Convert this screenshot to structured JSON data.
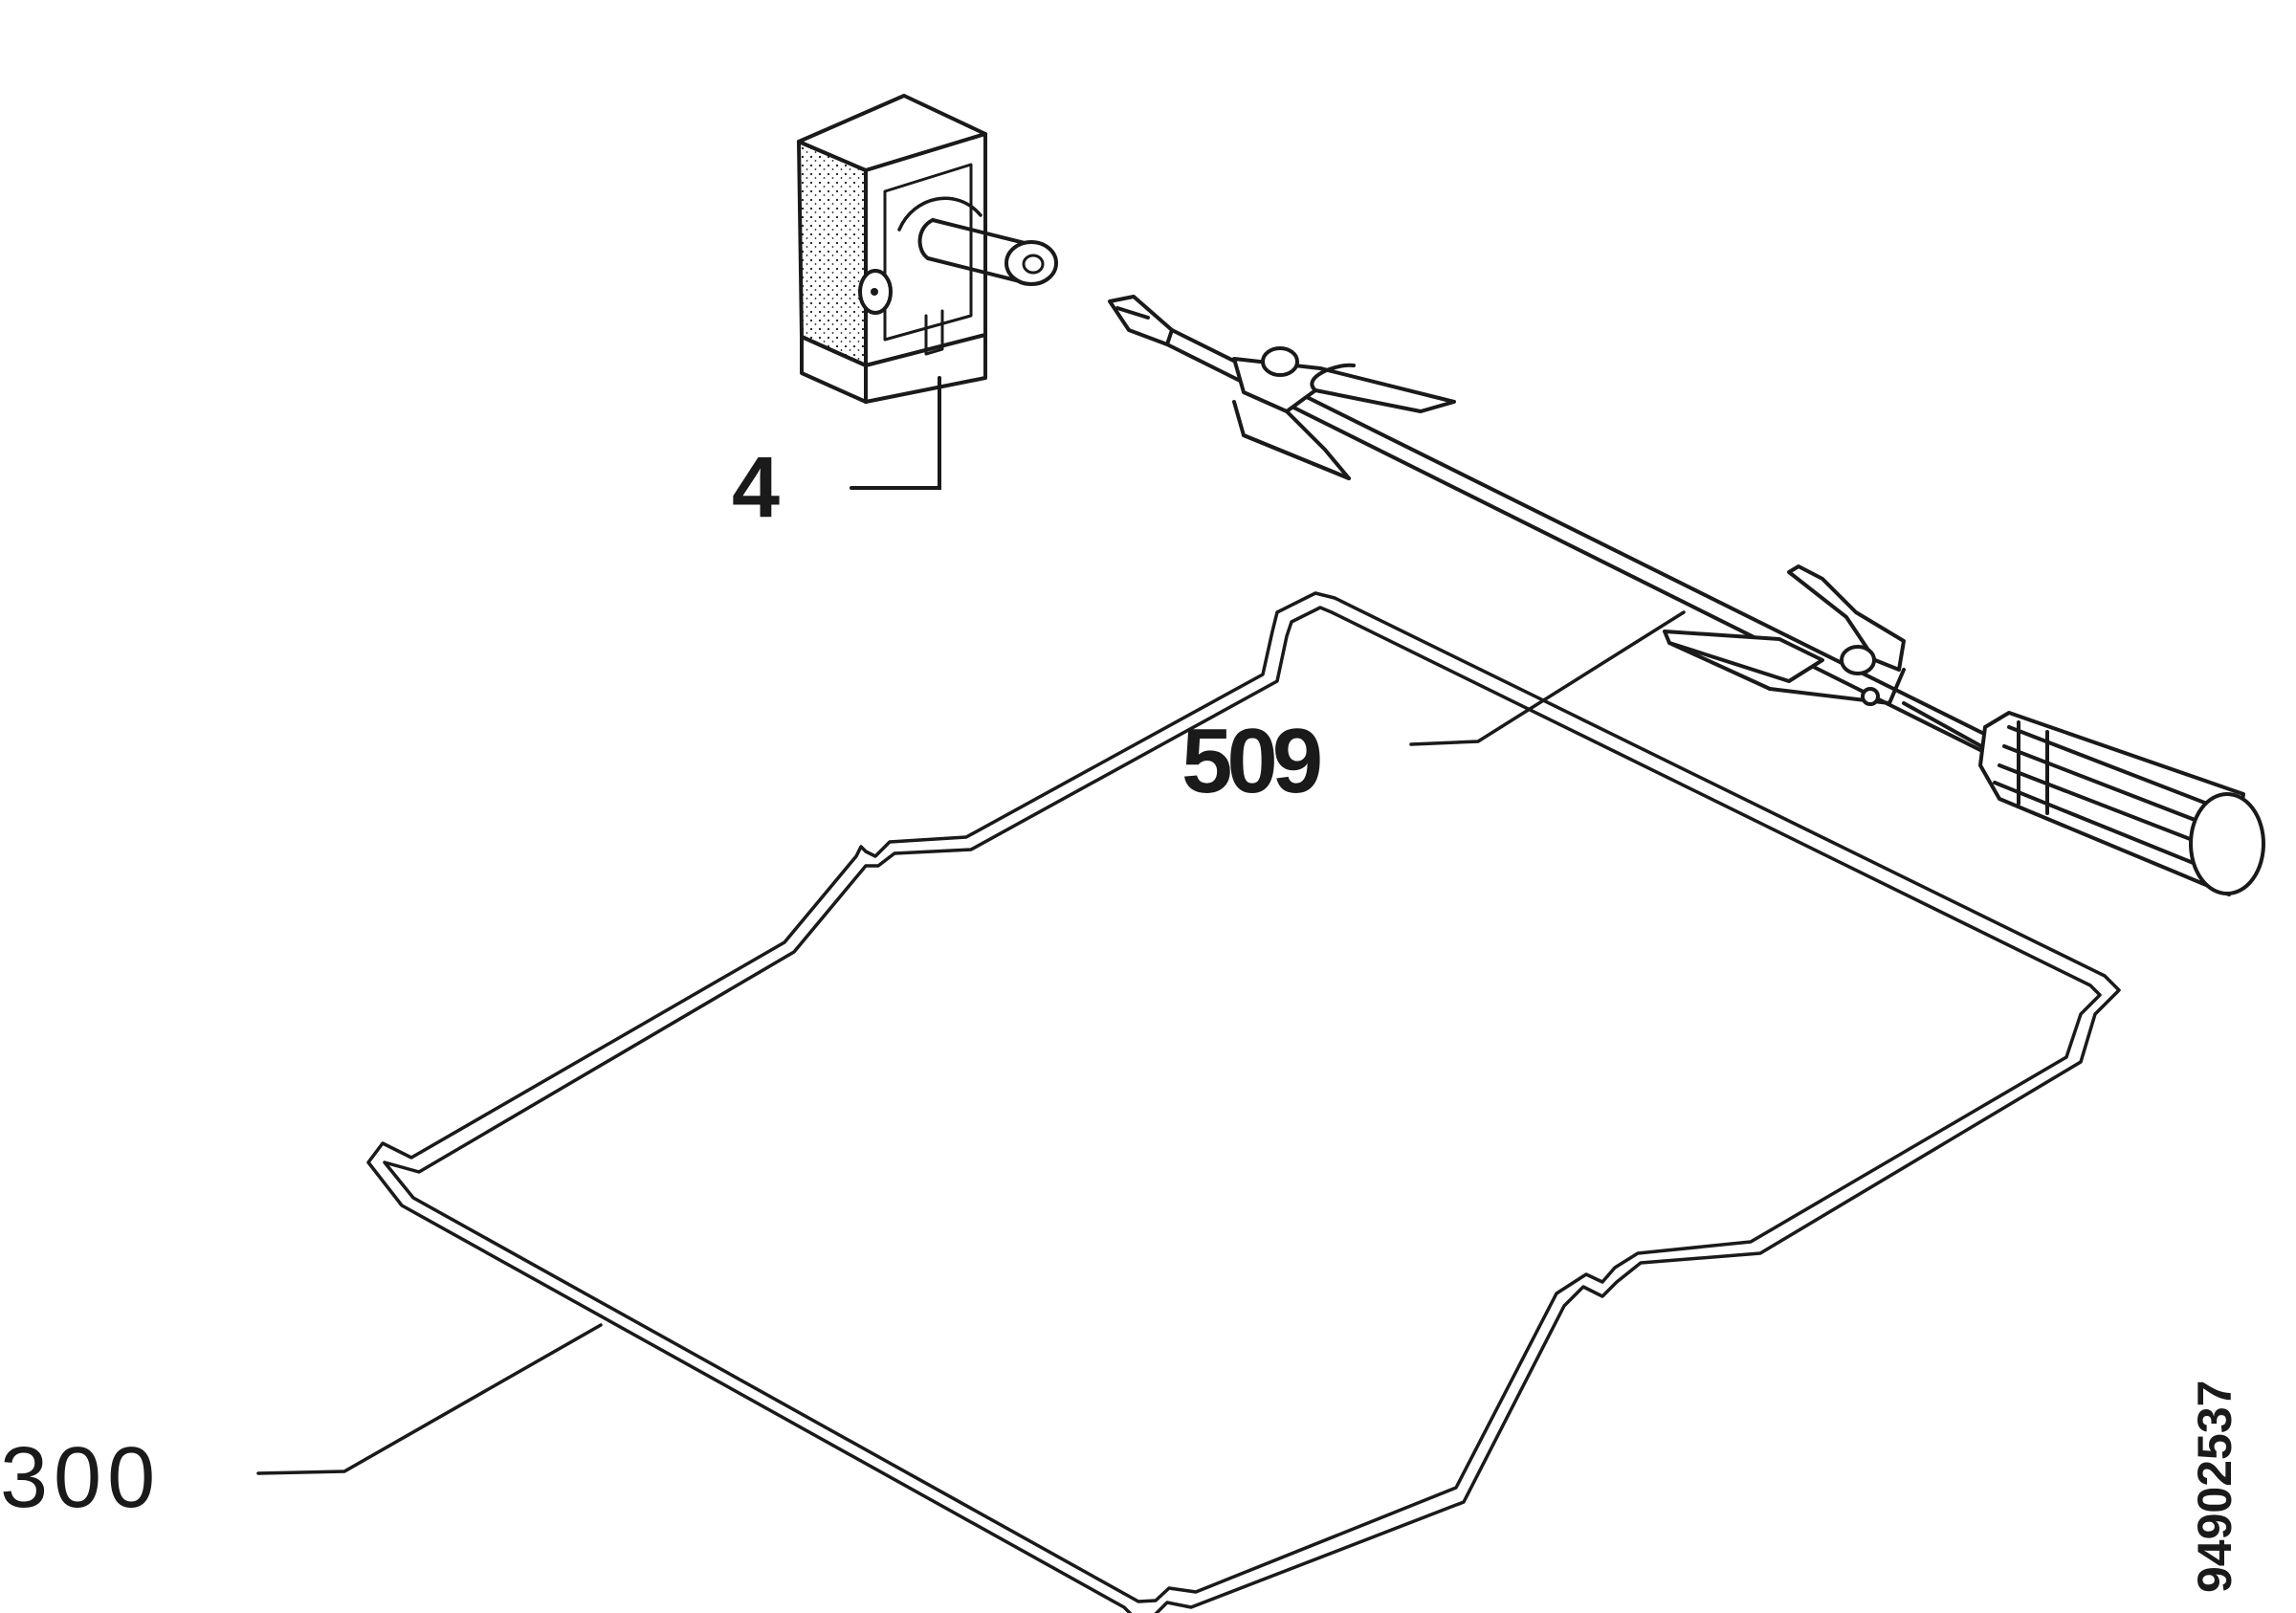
{
  "diagram": {
    "ink_color": "#1a1a1a",
    "background_color": "#ffffff",
    "parts": [
      {
        "id": "motor",
        "label": "4"
      },
      {
        "id": "spit",
        "label": "509"
      },
      {
        "id": "rack",
        "label": "300"
      }
    ],
    "drawing_number": "94902537"
  }
}
